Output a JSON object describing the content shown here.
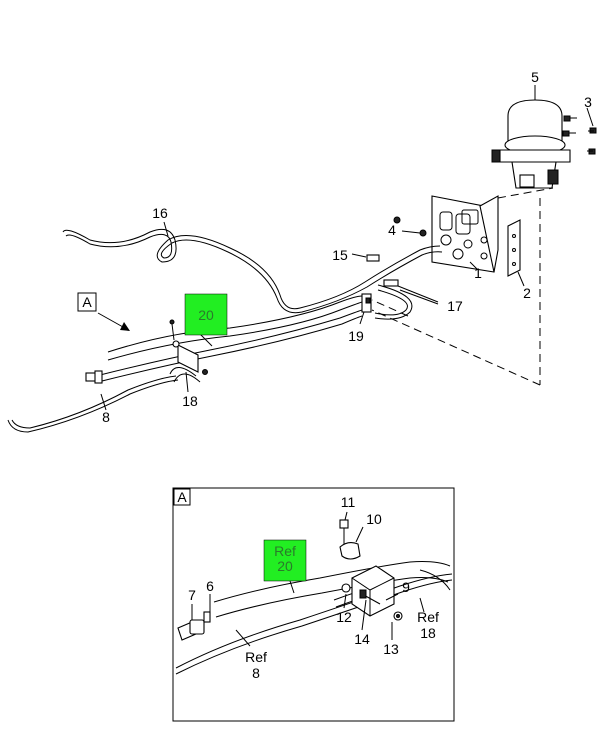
{
  "callouts": {
    "c1": "1",
    "c2": "2",
    "c3": "3",
    "c4": "4",
    "c5": "5",
    "c8": "8",
    "c15": "15",
    "c16": "16",
    "c17": "17",
    "c18": "18",
    "c19": "19",
    "c20": "20"
  },
  "view_label": "A",
  "detail": {
    "label": "A",
    "c6": "6",
    "c7": "7",
    "c9": "9",
    "c10": "10",
    "c11": "11",
    "c12": "12",
    "c13": "13",
    "c14": "14",
    "ref_word": "Ref",
    "ref20": "20",
    "ref8": "8",
    "ref18": "18"
  },
  "colors": {
    "highlight": "#22ee22",
    "line": "#000000"
  }
}
